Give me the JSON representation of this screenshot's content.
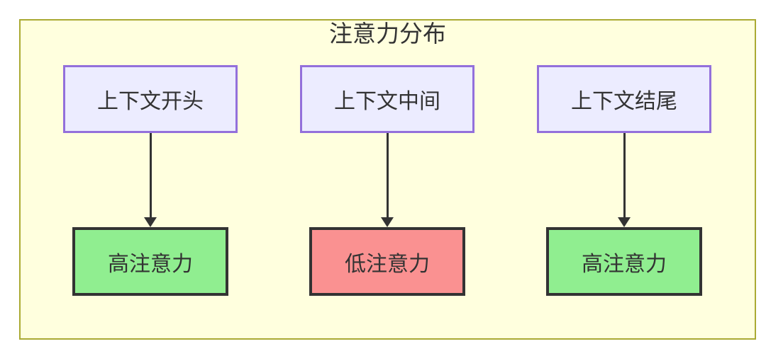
{
  "diagram": {
    "type": "flowchart",
    "title": "注意力分布",
    "sources": [
      {
        "label": "上下文开头"
      },
      {
        "label": "上下文中间"
      },
      {
        "label": "上下文结尾"
      }
    ],
    "targets": [
      {
        "label": "高注意力",
        "level": "high"
      },
      {
        "label": "低注意力",
        "level": "low"
      },
      {
        "label": "高注意力",
        "level": "high"
      }
    ],
    "edges": [
      {
        "from": "上下文开头",
        "to": "高注意力"
      },
      {
        "from": "上下文中间",
        "to": "低注意力"
      },
      {
        "from": "上下文结尾",
        "to": "高注意力"
      }
    ],
    "colors": {
      "cluster_bg": "#ffffde",
      "cluster_border": "#aaaa33",
      "source_fill": "#ececff",
      "source_border": "#9370db",
      "high_attention_fill": "#90ee90",
      "low_attention_fill": "#fa9191",
      "target_border": "#333333",
      "arrow": "#333333",
      "text": "#333333"
    }
  }
}
